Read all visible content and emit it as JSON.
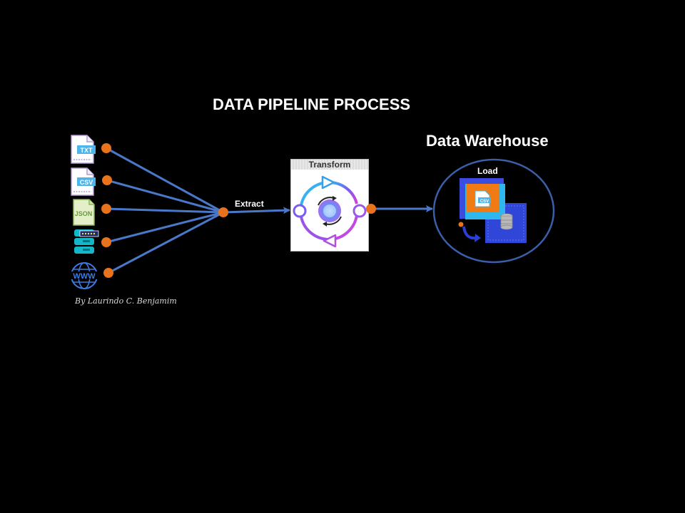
{
  "title": "DATA PIPELINE PROCESS",
  "warehouse_title": "Data Warehouse",
  "stages": {
    "extract": "Extract",
    "transform": "Transform",
    "load": "Load"
  },
  "sources": [
    {
      "label": "TXT",
      "icon": "txt-file-icon"
    },
    {
      "label": "CSV",
      "icon": "csv-file-icon"
    },
    {
      "label": "JSON",
      "icon": "json-file-icon"
    },
    {
      "label": "",
      "icon": "database-icon"
    },
    {
      "label": "WWW",
      "icon": "www-globe-icon"
    }
  ],
  "warehouse_file_label": "CSV",
  "author": "By Laurindo C. Benjamim",
  "colors": {
    "background": "#000000",
    "connector": "#4a78c8",
    "node": "#e8731c",
    "warehouse_ring": "#3b5ea8"
  }
}
